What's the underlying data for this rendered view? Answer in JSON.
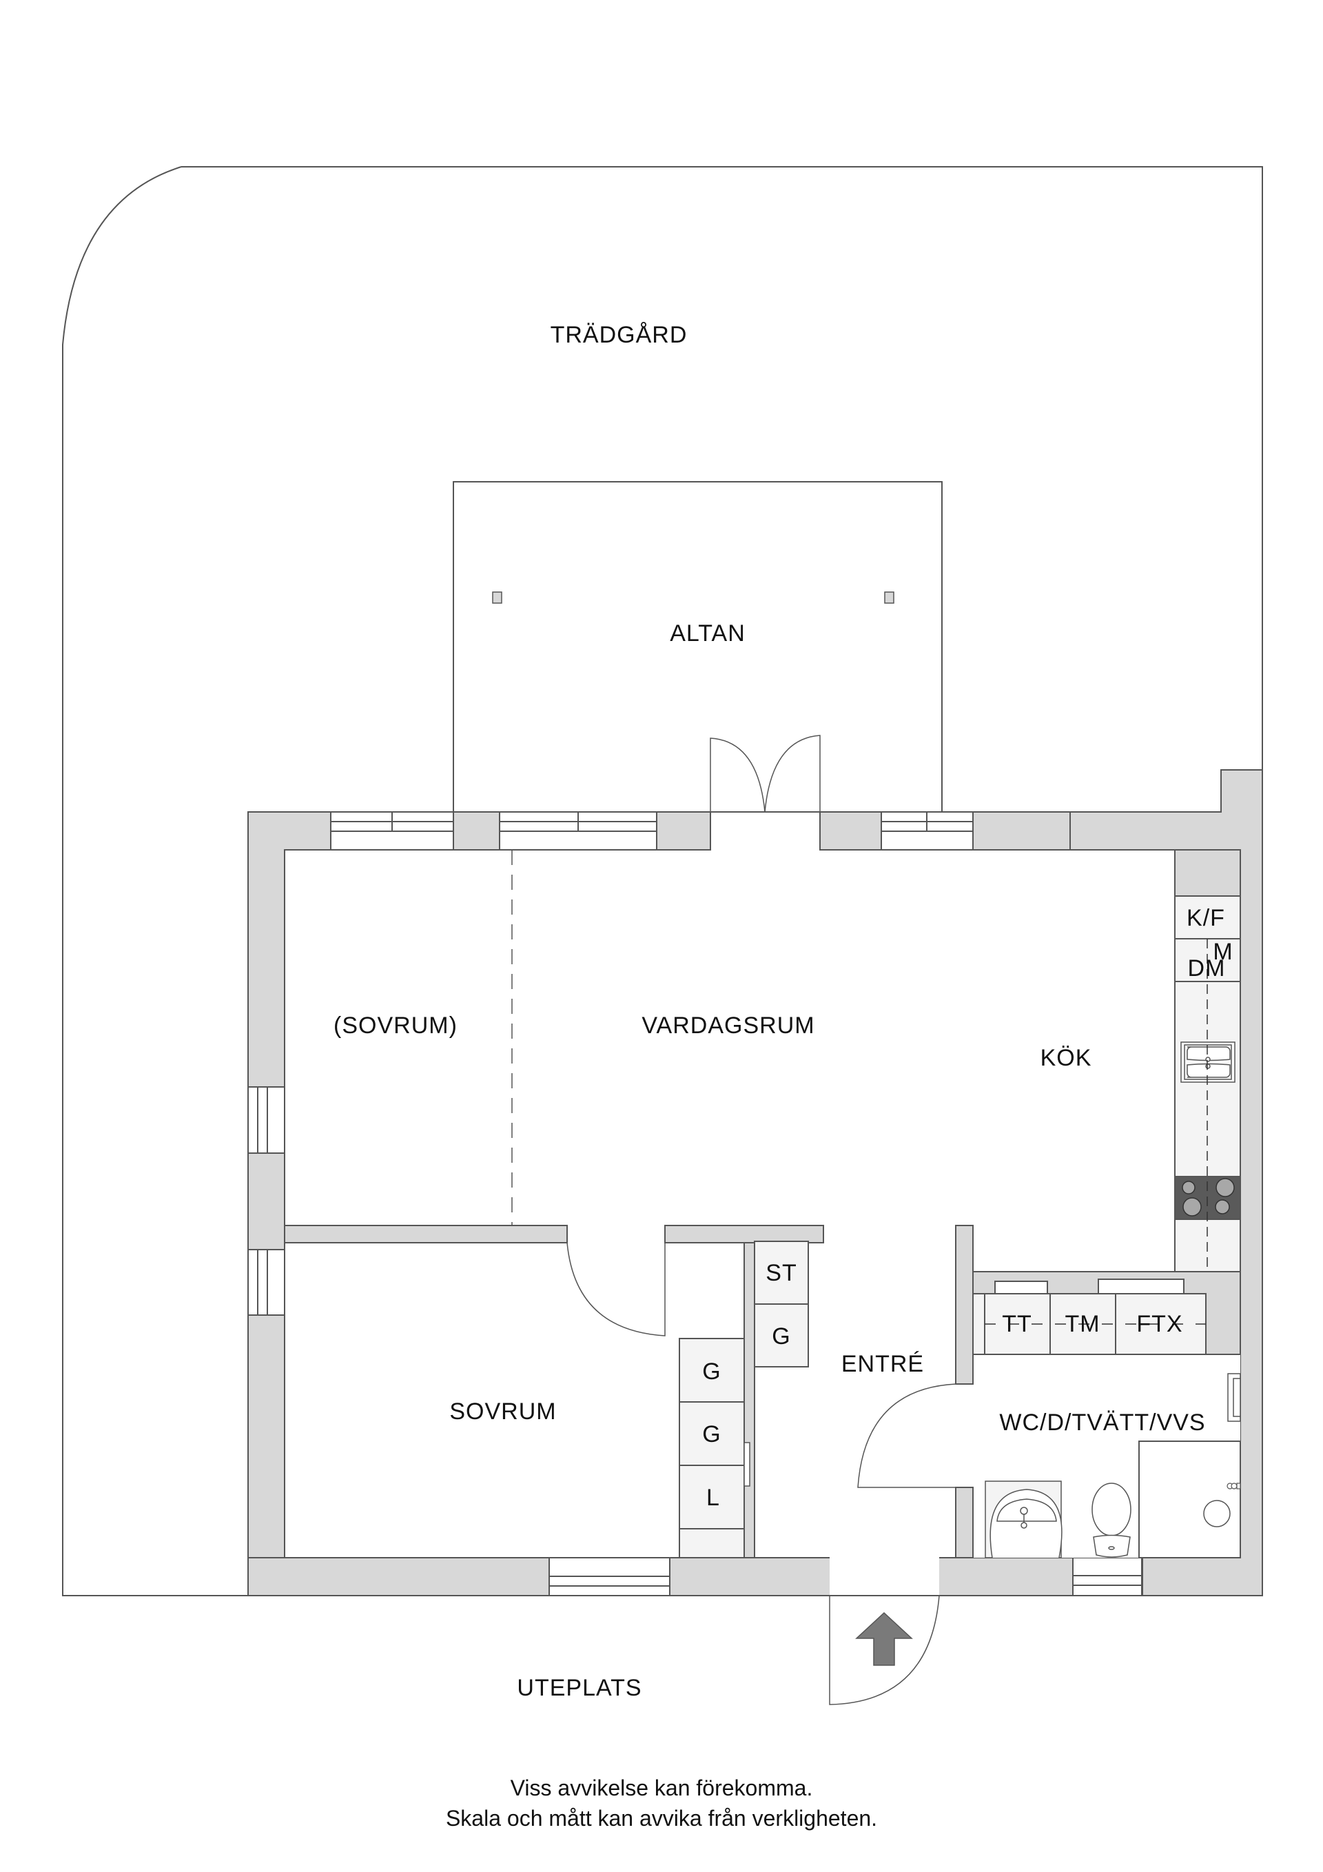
{
  "plan": {
    "colors": {
      "wall": "#d8d8d8",
      "line": "#555555",
      "cabinet": "#f4f4f4",
      "stove": "#5a5a5a",
      "burner": "#a8a8a8",
      "arrow": "#7a7a7a"
    },
    "rooms": {
      "garden": "TRÄDGÅRD",
      "deck": "ALTAN",
      "bedroom_optional": "(SOVRUM)",
      "living_room": "VARDAGSRUM",
      "kitchen": "KÖK",
      "bedroom": "SOVRUM",
      "entrance": "ENTRÉ",
      "bathroom": "WC/D/TVÄTT/VVS",
      "patio": "UTEPLATS"
    },
    "fixtures": {
      "fridge_freezer": "K/F",
      "microwave": "M",
      "dishwasher": "DM",
      "shoe_cabinet": "ST",
      "wardrobe_entry": "G",
      "wardrobe_1": "G",
      "wardrobe_2": "G",
      "linen_closet": "L",
      "dryer": "TT",
      "washer": "TM",
      "ventilation": "FTX"
    },
    "icons": {
      "entrance": "entrance-arrow-icon"
    }
  },
  "footer": {
    "line1": "Viss avvikelse kan förekomma.",
    "line2": "Skala och mått kan avvika från verkligheten."
  }
}
